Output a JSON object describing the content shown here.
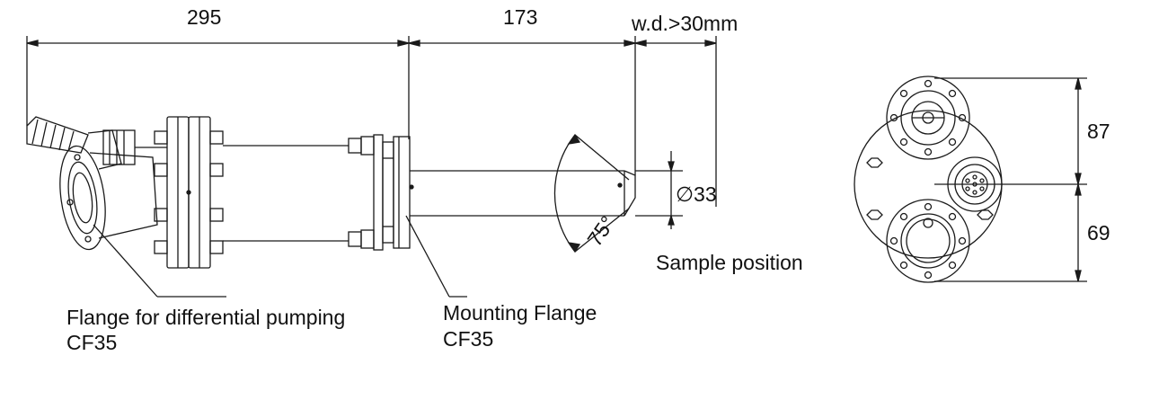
{
  "dimensions": {
    "length_rear": "295",
    "length_front": "173",
    "working_distance": "w.d.>30mm",
    "diameter": "∅33",
    "angle": "75°",
    "height_top": "87",
    "height_bottom": "69"
  },
  "labels": {
    "sample_position": "Sample position",
    "diff_pump_flange": "Flange for differential pumping",
    "diff_pump_flange_size": "CF35",
    "mounting_flange": "Mounting Flange",
    "mounting_flange_size": "CF35"
  },
  "colors": {
    "line": "#1a1a1a",
    "background": "#ffffff"
  }
}
